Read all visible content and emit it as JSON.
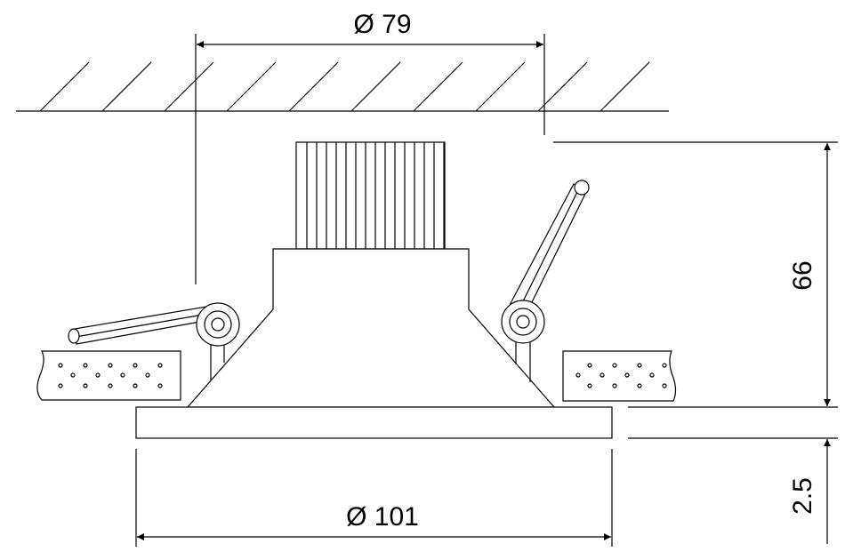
{
  "dimensions": {
    "top_diameter": "Ø 79",
    "bottom_diameter": "Ø 101",
    "height": "66",
    "flange_thickness": "2.5"
  },
  "colors": {
    "line": "#000000",
    "background": "#ffffff"
  }
}
